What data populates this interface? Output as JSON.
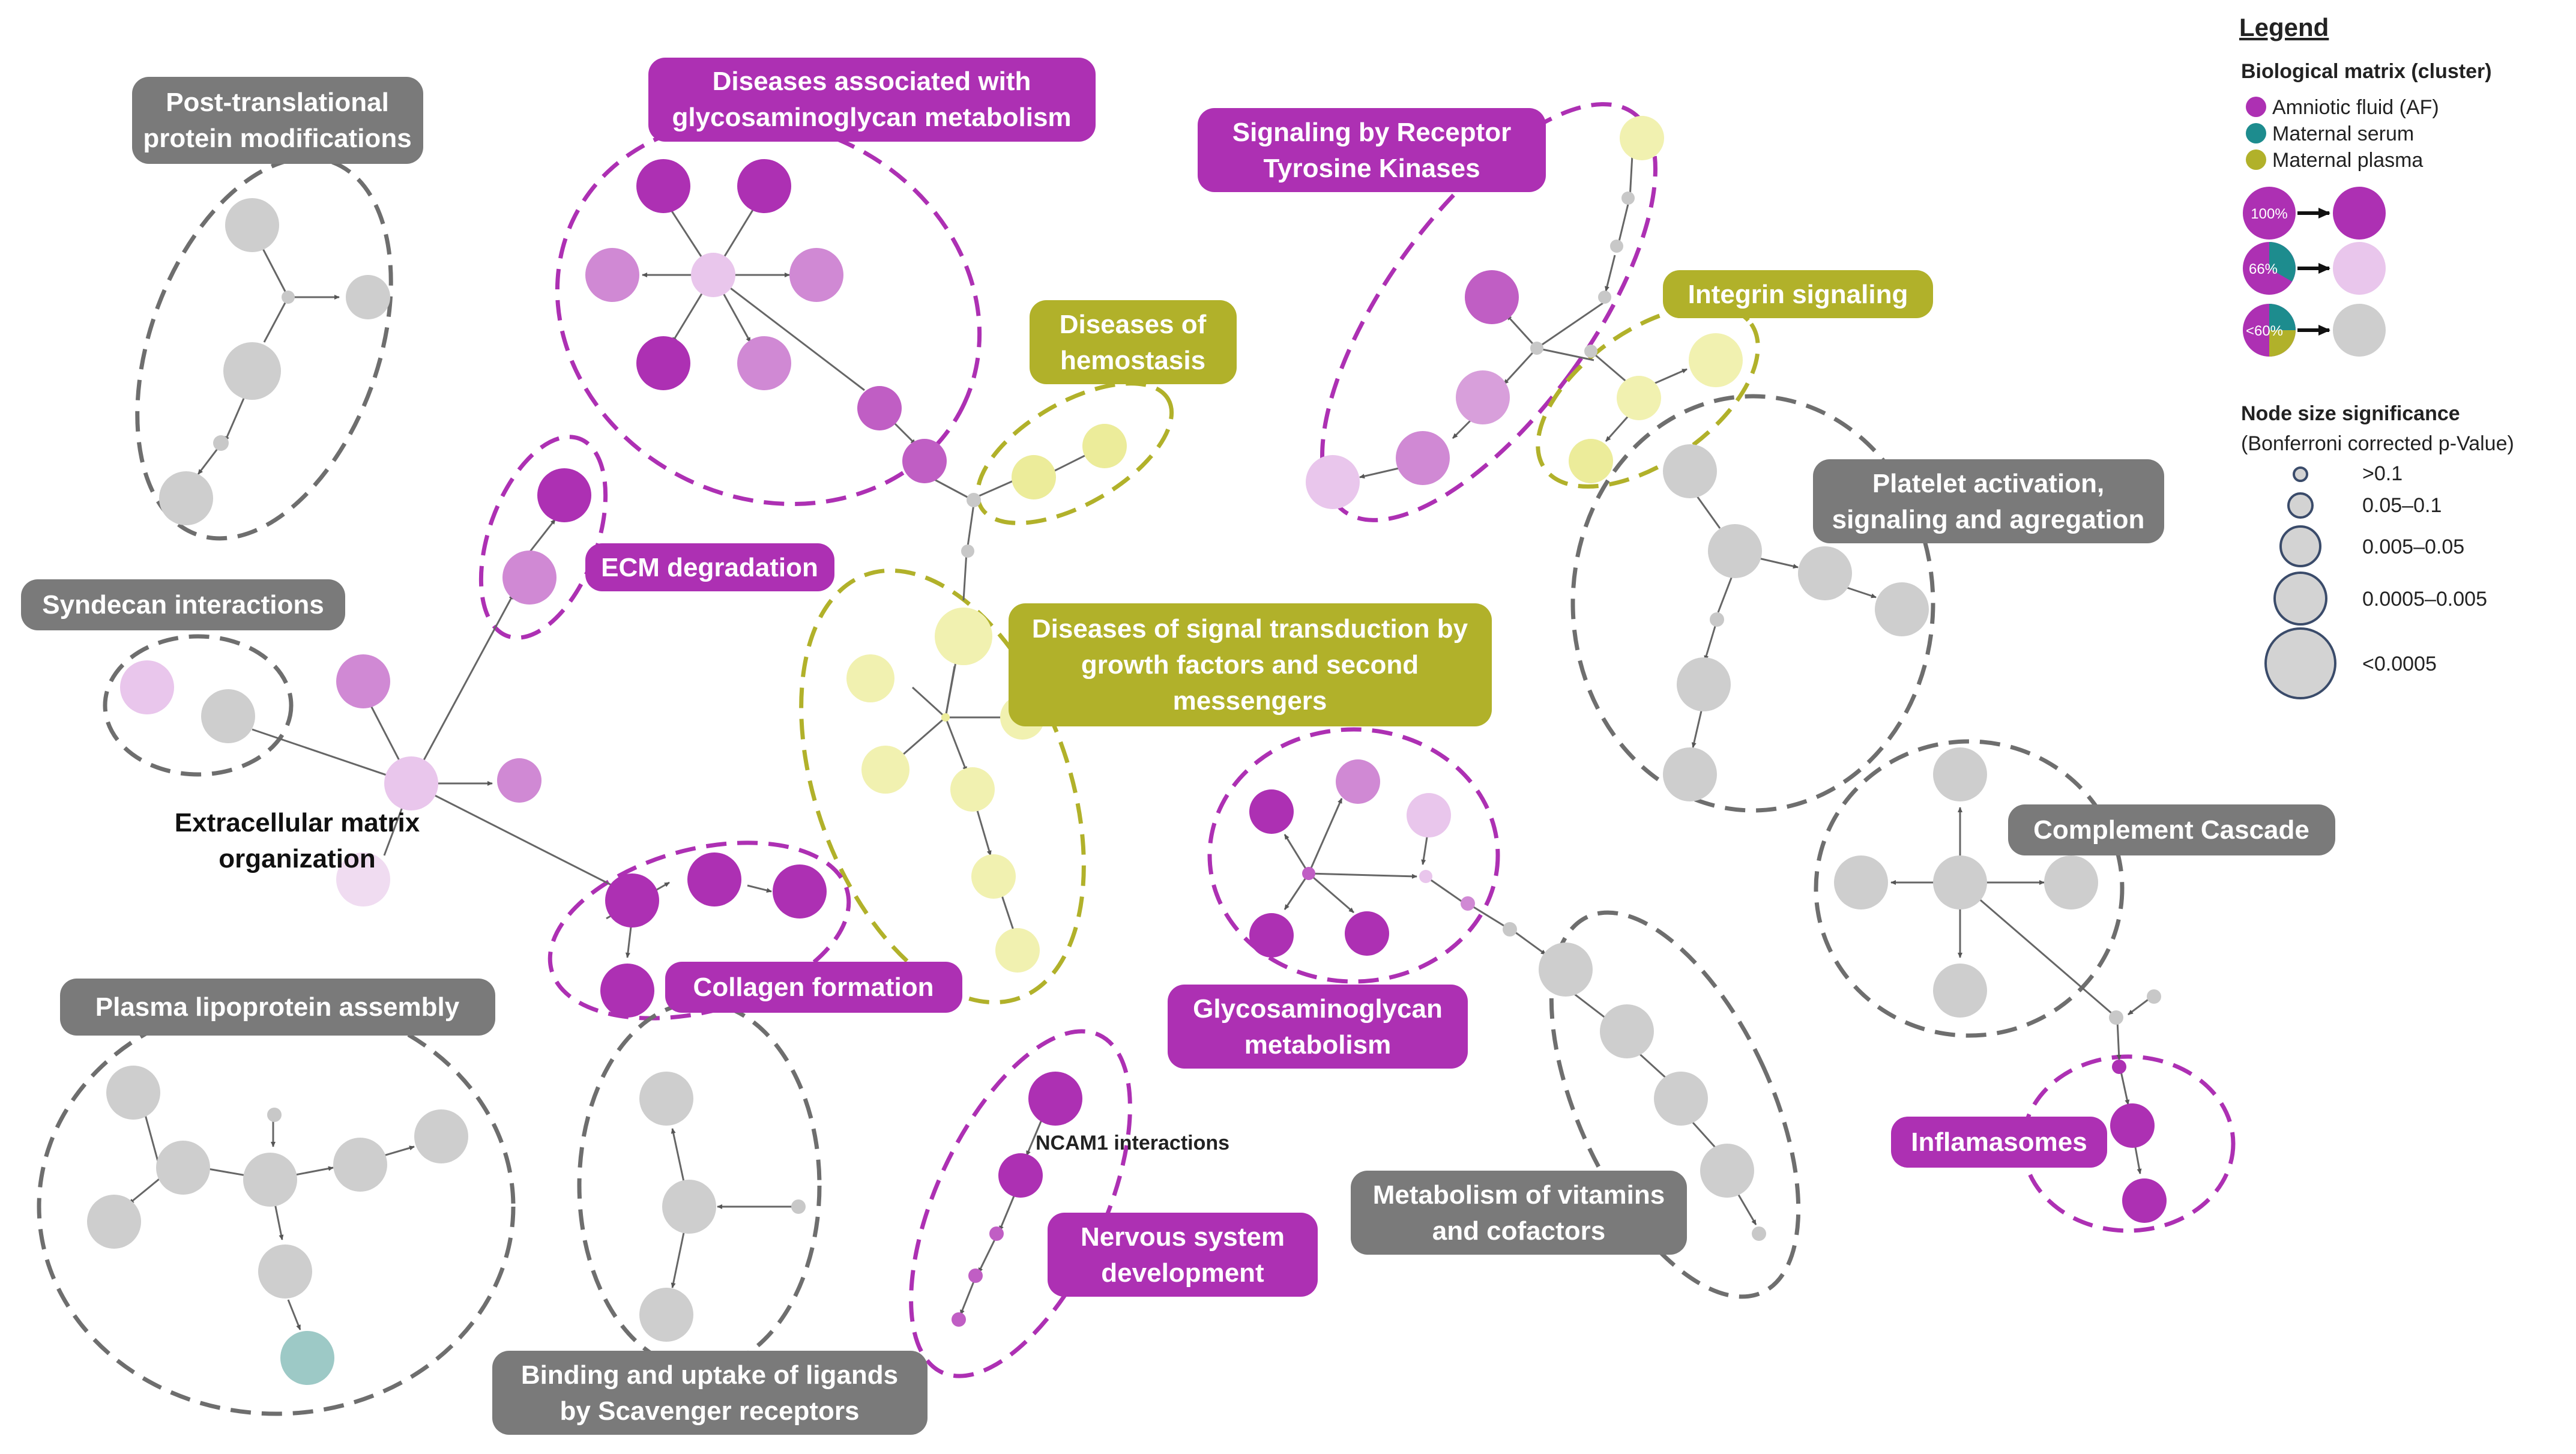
{
  "colors": {
    "af_strong": "#ad30b3",
    "af_medium": "#d089d4",
    "af_light": "#e9c6ec",
    "grey_node": "#cecece",
    "grey_label": "#7a7a7a",
    "grey_outline": "#6e6e6e",
    "maternal_serum": "#1d8c8e",
    "maternal_serum_light": "#9dc9c6",
    "maternal_plasma": "#b1b12a",
    "plasma_light": "#f1f1b0",
    "plasma_medium": "#ecec9a",
    "small_grey_node": "#c8c8c8",
    "edge": "#666666"
  },
  "labels": {
    "post_translational": [
      "Post-translational",
      "protein modifications"
    ],
    "gag_diseases": [
      "Diseases associated with",
      "glycosaminoglycan metabolism"
    ],
    "rtk_signaling": [
      "Signaling by Receptor",
      "Tyrosine Kinases"
    ],
    "integrin": [
      "Integrin signaling"
    ],
    "hemostasis": [
      "Diseases of",
      "hemostasis"
    ],
    "ecm_degradation": [
      "ECM degradation"
    ],
    "syndecan": [
      "Syndecan interactions"
    ],
    "ecm_organization": [
      "Extracellular matrix",
      "organization"
    ],
    "signal_transduction": [
      "Diseases of signal transduction by",
      "growth factors and second",
      "messengers"
    ],
    "platelet": [
      "Platelet activation,",
      "signaling and agregation"
    ],
    "complement": [
      "Complement Cascade"
    ],
    "collagen": [
      "Collagen formation"
    ],
    "gag_metabolism": [
      "Glycosaminoglycan",
      "metabolism"
    ],
    "plasma_lipoprotein": [
      "Plasma lipoprotein assembly"
    ],
    "ncam1": "NCAM1 interactions",
    "nervous": [
      "Nervous system",
      "development"
    ],
    "vitamins": [
      "Metabolism of vitamins",
      "and cofactors"
    ],
    "inflamasomes": [
      "Inflamasomes"
    ],
    "scavenger": [
      "Binding and uptake  of ligands",
      "by Scavenger receptors"
    ]
  },
  "legend": {
    "title": "Legend",
    "matrix_heading": "Biological matrix (cluster)",
    "matrices": [
      "Amniotic fluid (AF)",
      "Maternal serum",
      "Maternal plasma"
    ],
    "pct_labels": [
      "100%",
      "66%",
      "<60%"
    ],
    "size_heading": "Node size significance",
    "size_subheading": "(Bonferroni corrected p-Value)",
    "size_classes": [
      ">0.1",
      "0.05–0.1",
      "0.005–0.05",
      "0.0005–0.005",
      "<0.0005"
    ]
  }
}
